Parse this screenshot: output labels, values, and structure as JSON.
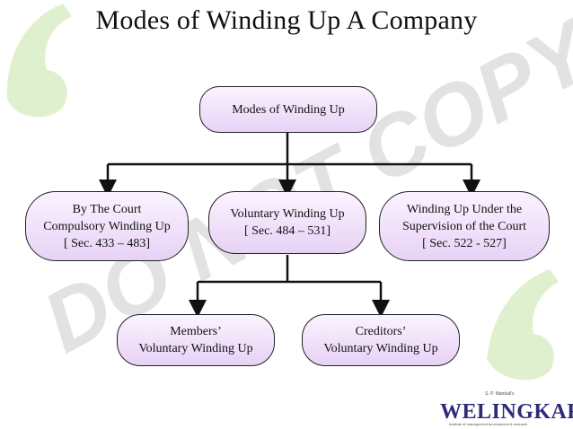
{
  "title": "Modes of Winding Up A Company",
  "watermark": "DO NOT COPY",
  "nodes": {
    "root": {
      "lines": [
        "Modes of Winding Up"
      ]
    },
    "court": {
      "lines": [
        "By The Court",
        "Compulsory Winding Up",
        "[ Sec. 433 – 483]"
      ]
    },
    "voluntary": {
      "lines": [
        "Voluntary Winding Up",
        "[ Sec. 484 – 531]"
      ]
    },
    "supervision": {
      "lines": [
        "Winding Up Under the",
        "Supervision of the Court",
        "[ Sec. 522 - 527]"
      ]
    },
    "members": {
      "lines": [
        "Members’",
        "Voluntary Winding Up"
      ]
    },
    "creditors": {
      "lines": [
        "Creditors’",
        "Voluntary Winding Up"
      ]
    }
  },
  "logo": {
    "brand": "WELINGKAR",
    "org": "S. P. Mandali's",
    "tagline": "Institute of management development & research"
  },
  "colors": {
    "node_fill_top": "#fbf3ff",
    "node_fill_bottom": "#e7d2f5",
    "connector": "#111111",
    "watermark": "#d9d9d9",
    "quote_deco": "#dff0cf",
    "logo_blue": "#2e2a7a"
  }
}
